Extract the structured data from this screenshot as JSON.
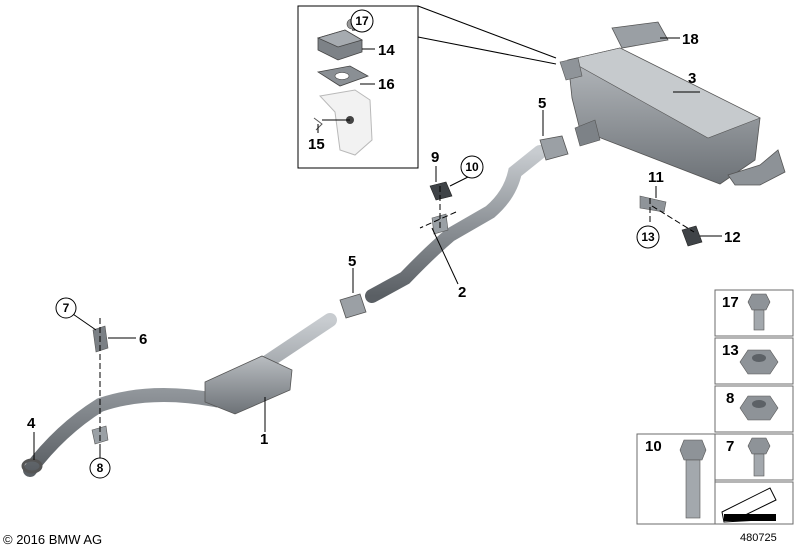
{
  "copyright": "© 2016 BMW AG",
  "diagram_number": "480725",
  "callouts": {
    "c1": "1",
    "c2": "2",
    "c3": "3",
    "c4": "4",
    "c5a": "5",
    "c5b": "5",
    "c6": "6",
    "c7": "7",
    "c8": "8",
    "c9": "9",
    "c10": "10",
    "c11": "11",
    "c12": "12",
    "c13": "13",
    "c14": "14",
    "c15": "15",
    "c16": "16",
    "c17": "17",
    "c18": "18"
  },
  "hardware_legend": {
    "h17": "17",
    "h13": "13",
    "h8": "8",
    "h10": "10",
    "h7": "7"
  },
  "colors": {
    "pipe": "#8f9499",
    "pipe_dark": "#5f6469",
    "pipe_light": "#c3c7cb",
    "line": "#000000",
    "panel_border": "#6b6b6b"
  }
}
